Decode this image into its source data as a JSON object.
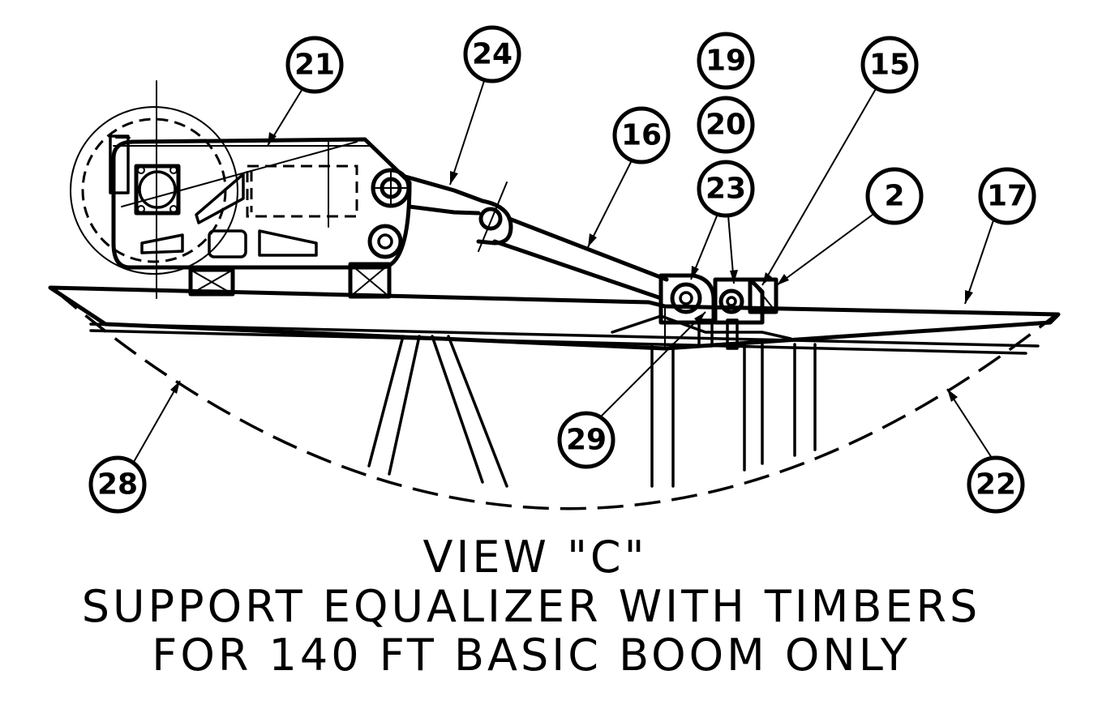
{
  "balloons": [
    {
      "id": "b21",
      "label": "21"
    },
    {
      "id": "b24",
      "label": "24"
    },
    {
      "id": "b19",
      "label": "19"
    },
    {
      "id": "b15",
      "label": "15"
    },
    {
      "id": "b20",
      "label": "20"
    },
    {
      "id": "b16",
      "label": "16"
    },
    {
      "id": "b23",
      "label": "23"
    },
    {
      "id": "b2",
      "label": "2"
    },
    {
      "id": "b17",
      "label": "17"
    },
    {
      "id": "b29",
      "label": "29"
    },
    {
      "id": "b28",
      "label": "28"
    },
    {
      "id": "b22",
      "label": "22"
    }
  ],
  "title": {
    "line1": "VIEW \"C\"",
    "line2": "SUPPORT EQUALIZER WITH TIMBERS",
    "line3": "FOR 140 FT BASIC BOOM ONLY"
  }
}
